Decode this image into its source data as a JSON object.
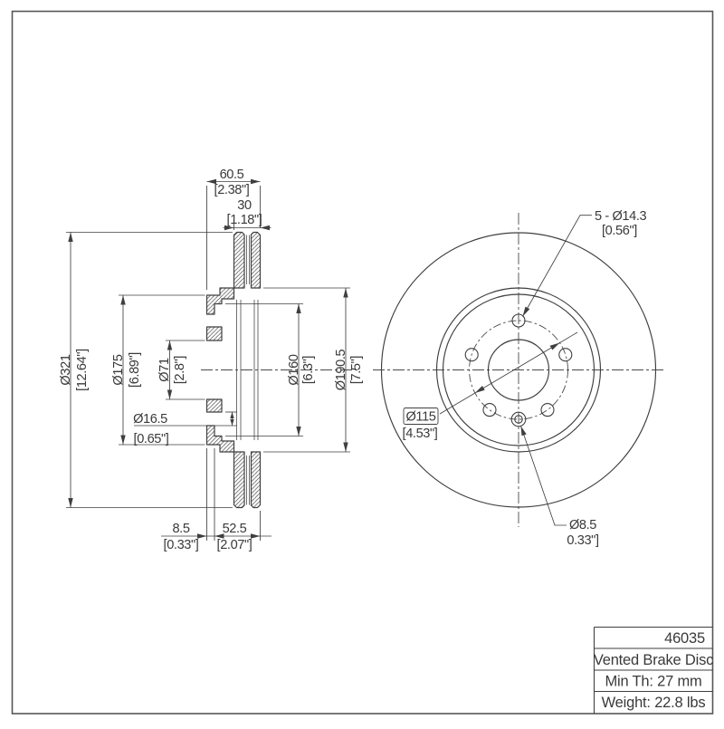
{
  "drawing": {
    "line_color": "#3f3f3f",
    "text_color": "#3a3a3a",
    "background": "#ffffff"
  },
  "title_block": {
    "part_number": "46035",
    "product_type": "Vented Brake Disc",
    "min_thickness": "Min Th: 27 mm",
    "weight": "Weight: 22.8 lbs"
  },
  "section_view": {
    "dims": {
      "overall_width_mm": "60.5",
      "overall_width_in": "[2.38\"]",
      "disc_thickness_mm": "30",
      "disc_thickness_in": "[1.18\"]",
      "outer_dia_mm": "Ø321",
      "outer_dia_in": "[12.64\"]",
      "hat_dia_mm": "Ø175",
      "hat_dia_in": "[6.89\"]",
      "bore_dia_mm": "Ø71",
      "bore_dia_in": "[2.8\"]",
      "hole_dia_mm": "Ø16.5",
      "hole_dia_in": "[0.65\"]",
      "register_dia_mm": "Ø160",
      "register_dia_in": "[6.3\"]",
      "ring_inner_dia_mm": "Ø190.5",
      "ring_inner_dia_in": "[7.5\"]",
      "flange_thickness_mm": "8.5",
      "flange_thickness_in": "[0.33\"]",
      "hat_depth_mm": "52.5",
      "hat_depth_in": "[2.07\"]"
    }
  },
  "front_view": {
    "labels": {
      "bolt_holes_mm": "5 - Ø14.3",
      "bolt_holes_in": "[0.56\"]",
      "bolt_circle_mm": "Ø115",
      "bolt_circle_in": "[4.53\"]",
      "pin_hole_mm": "Ø8.5",
      "pin_hole_in": "0.33\"]"
    }
  }
}
